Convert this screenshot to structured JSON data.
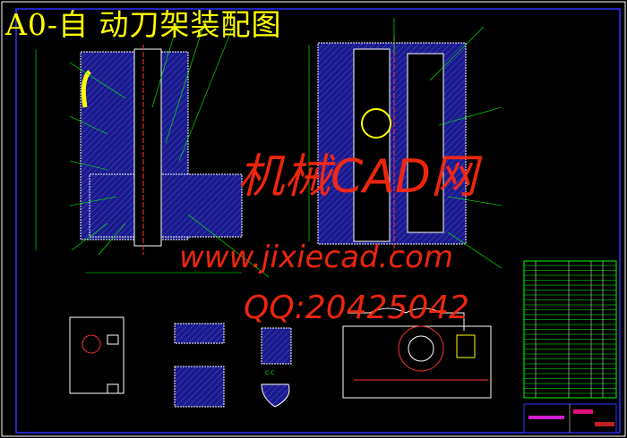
{
  "title": "A0-自 动刀架装配图",
  "watermark": {
    "line1": "机械CAD网",
    "line2": "www.jixiecad.com",
    "line3": "QQ:20425042"
  },
  "section_labels": {
    "c": "C-C"
  },
  "colors": {
    "background": "#000000",
    "title": "#ffff00",
    "watermark": "#ff2a10",
    "leader": "#00ff00",
    "outline": "#ffffff",
    "hatch": "#1a1a8c",
    "frame": "#3030ff"
  }
}
